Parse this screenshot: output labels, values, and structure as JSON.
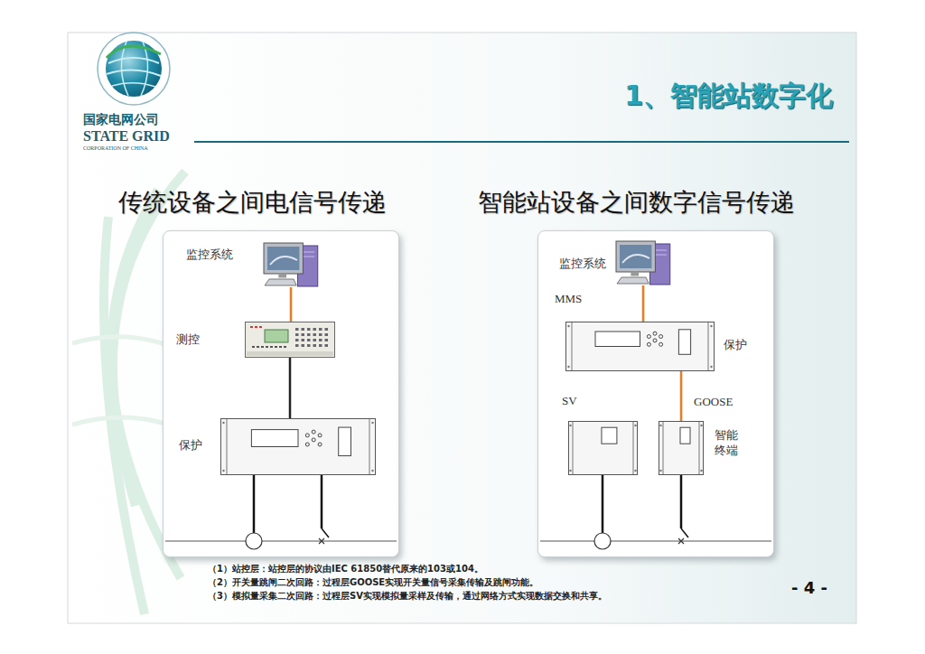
{
  "diagram": {
    "title": "1、智能站数字化",
    "nodes": [
      {
        "text": [
          "传统设备之间电信号传递"
        ]
      },
      {
        "text": [
          "监控系统"
        ],
        "in": 0
      },
      {
        "text": [
          "测控"
        ],
        "in": 0
      },
      {
        "text": [
          "保护"
        ],
        "in": 0
      },
      {
        "text": [
          "智能站设备之间数字信号传递"
        ]
      },
      {
        "text": [
          "监控系统"
        ],
        "in": 4
      },
      {
        "text": [
          "保护"
        ],
        "in": 4
      },
      {
        "text": [
          "智能 终端"
        ],
        "in": 4
      }
    ],
    "edges": [
      {
        "from": 1,
        "to": 2,
        "arrow": "none"
      },
      {
        "from": 2,
        "to": 3,
        "arrow": "none"
      },
      {
        "from": 5,
        "to": 6,
        "label": "MMS",
        "arrow": "none"
      },
      {
        "from": 6,
        "to": 7,
        "label": "GOOSE",
        "arrow": "none"
      }
    ],
    "labels": [
      "国家电网公司",
      "STATE GRID",
      "CORPORATION OF CHINA",
      "SV",
      "（1）站控层：站控层的协议由IEC 61850替代原来的103或104。",
      "（2）开关量跳闸二次回路：过程层GOOSE实现开关量信号采集传输及跳闸功能。",
      "（3）模拟量采集二次回路：过程层SV实现模拟量采样及传输，通过网络方式实现数据交换和共享。",
      "- 4 -"
    ]
  }
}
